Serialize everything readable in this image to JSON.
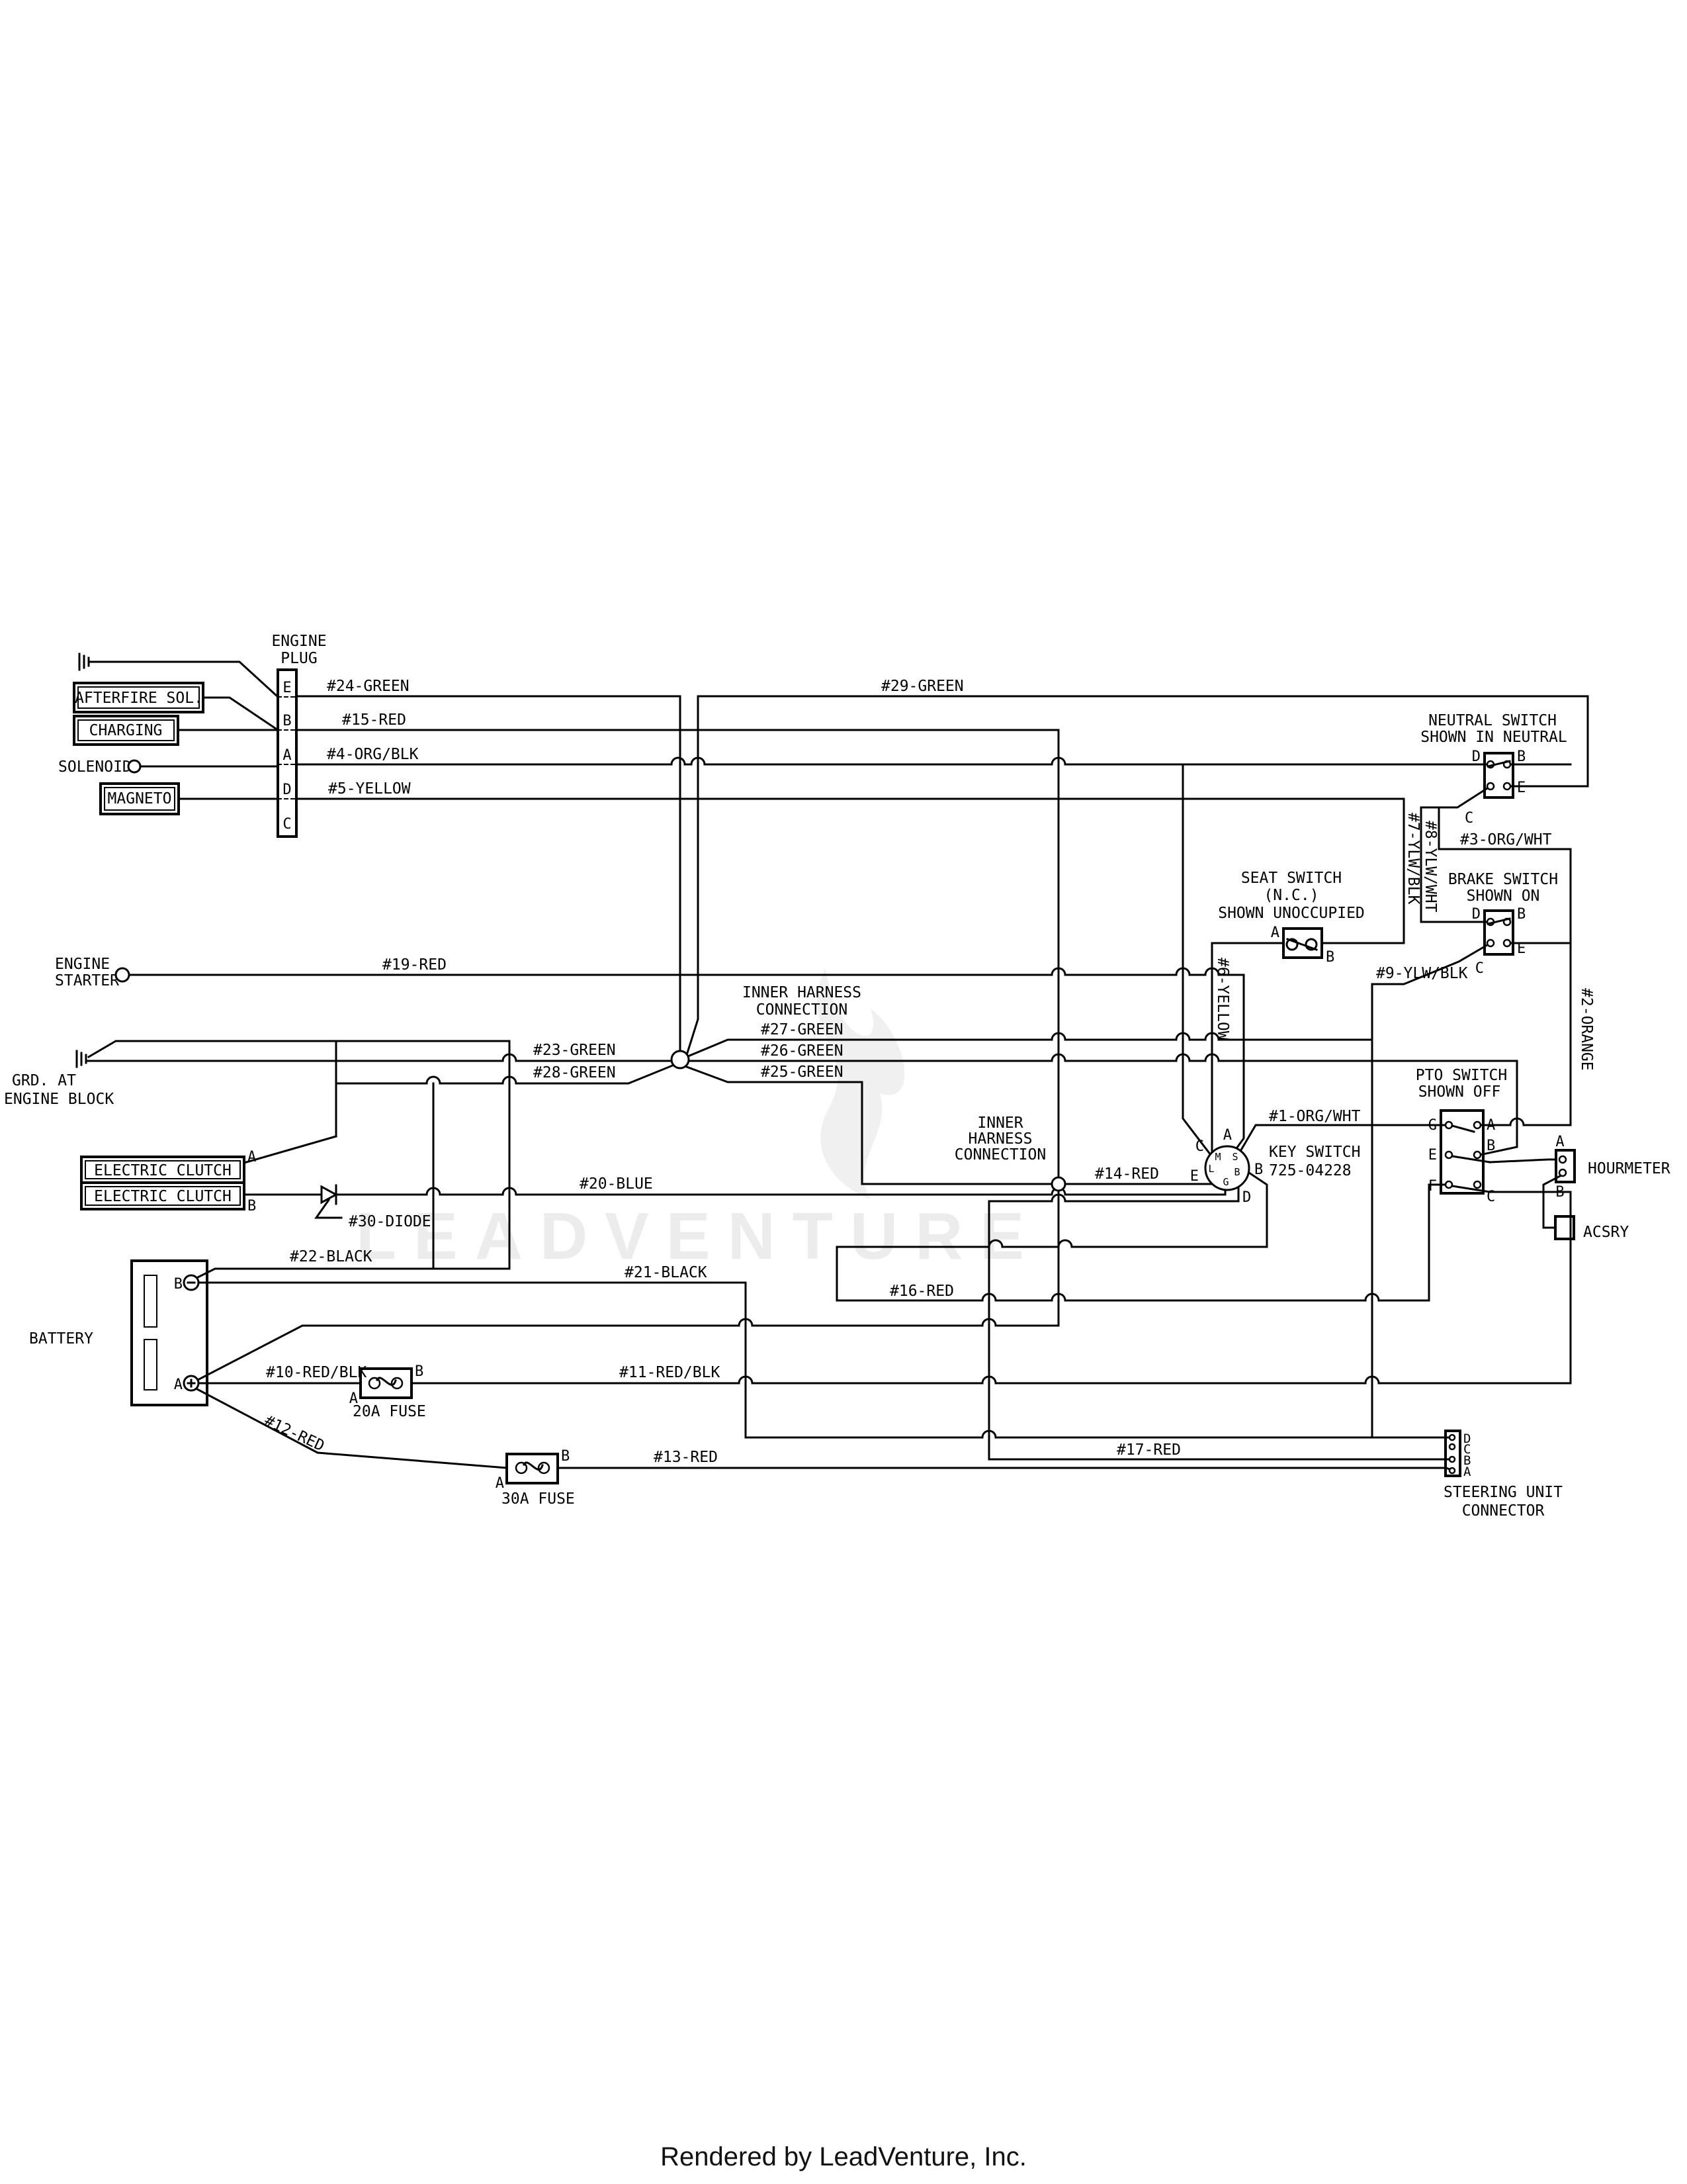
{
  "watermark": {
    "text": "LEADVENTURE"
  },
  "footer": {
    "text": "Rendered by LeadVenture, Inc."
  },
  "plug": {
    "title1": "ENGINE",
    "title2": "PLUG",
    "pins": [
      "E",
      "B",
      "A",
      "D",
      "C"
    ]
  },
  "left": {
    "afterfire": "AFTERFIRE SOL.",
    "charging": "CHARGING",
    "solenoid": "SOLENOID",
    "magneto": "MAGNETO",
    "starter1": "ENGINE",
    "starter2": "STARTER",
    "ground1": "GRD. AT",
    "ground2": "ENGINE BLOCK",
    "battery": "BATTERY",
    "battery_pin_b": "B",
    "battery_pin_a": "A",
    "clutch_row1": "ELECTRIC CLUTCH",
    "clutch_row2": "ELECTRIC CLUTCH",
    "clutch_pin_a": "A",
    "clutch_pin_b": "B"
  },
  "wires": {
    "w1": "#1-ORG/WHT",
    "w2": "#2-ORANGE",
    "w3": "#3-ORG/WHT",
    "w4": "#4-ORG/BLK",
    "w5": "#5-YELLOW",
    "w6": "#6-YELLOW",
    "w7": "#7-YLW/BLK",
    "w8": "#8-YLW/WHT",
    "w9": "#9-YLW/BLK",
    "w10": "#10-RED/BLK",
    "w11": "#11-RED/BLK",
    "w12": "#12-RED",
    "w13": "#13-RED",
    "w14": "#14-RED",
    "w15": "#15-RED",
    "w16": "#16-RED",
    "w17": "#17-RED",
    "w19": "#19-RED",
    "w20": "#20-BLUE",
    "w21": "#21-BLACK",
    "w22": "#22-BLACK",
    "w23": "#23-GREEN",
    "w24": "#24-GREEN",
    "w25": "#25-GREEN",
    "w26": "#26-GREEN",
    "w27": "#27-GREEN",
    "w28": "#28-GREEN",
    "w29": "#29-GREEN",
    "w30": "#30-DIODE"
  },
  "neutral": {
    "t1": "NEUTRAL SWITCH",
    "t2": "SHOWN IN NEUTRAL",
    "pd": "D",
    "pb": "B",
    "pc": "C",
    "pe": "E"
  },
  "brake": {
    "t1": "BRAKE SWITCH",
    "t2": "SHOWN ON",
    "pd": "D",
    "pb": "B",
    "pc": "C",
    "pe": "E"
  },
  "seat": {
    "t1": "SEAT SWITCH",
    "t2": "(N.C.)",
    "t3": "SHOWN UNOCCUPIED",
    "pa": "A",
    "pb": "B"
  },
  "harness_upper": {
    "t1": "INNER HARNESS",
    "t2": "CONNECTION"
  },
  "harness_lower": {
    "t1": "INNER",
    "t2": "HARNESS",
    "t3": "CONNECTION"
  },
  "key": {
    "t1": "KEY SWITCH",
    "t2": "725-04228",
    "ext": [
      "C",
      "A",
      "E",
      "B",
      "D"
    ],
    "inner": [
      "M",
      "S",
      "L",
      "B",
      "G"
    ]
  },
  "pto": {
    "t1": "PTO SWITCH",
    "t2": "SHOWN OFF",
    "pins": [
      "G",
      "A",
      "B",
      "E",
      "F",
      "C"
    ]
  },
  "hourmeter": {
    "label": "HOURMETER",
    "pa": "A",
    "pb": "B"
  },
  "acsry": {
    "label": "ACSRY"
  },
  "fuse20": {
    "label": "20A FUSE",
    "pa": "A",
    "pb": "B"
  },
  "fuse30": {
    "label": "30A FUSE",
    "pa": "A",
    "pb": "B"
  },
  "steering": {
    "t1": "STEERING UNIT",
    "t2": "CONNECTOR",
    "pins": [
      "D",
      "C",
      "B",
      "A"
    ]
  }
}
